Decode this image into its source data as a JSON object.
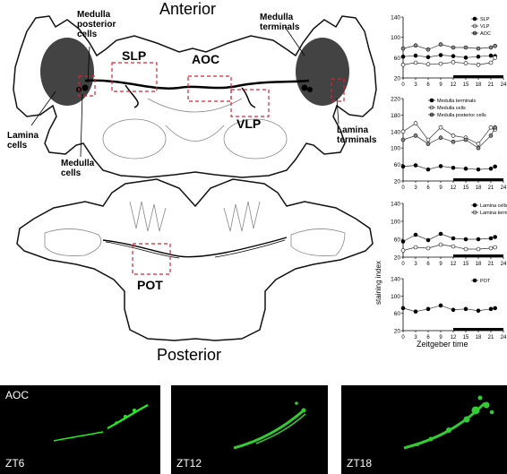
{
  "diagram": {
    "title_anterior": "Anterior",
    "title_posterior": "Posterior",
    "labels": {
      "medulla_posterior_cells": [
        "Medulla",
        "posterior",
        "cells"
      ],
      "slp": "SLP",
      "aoc": "AOC",
      "medulla_terminals": [
        "Medulla",
        "terminals"
      ],
      "vlp": "VLP",
      "lamina_cells": [
        "Lamina",
        "cells"
      ],
      "medulla_cells": [
        "Medulla",
        "cells"
      ],
      "lamina_terminals": [
        "Lamina",
        "terminals"
      ],
      "pot": "POT"
    }
  },
  "charts_common": {
    "xlabel": "Zeitgeber time",
    "ylabel": "staining index",
    "x_ticks": [
      0,
      3,
      6,
      9,
      12,
      15,
      18,
      21,
      24
    ]
  },
  "chart_data": [
    {
      "type": "line",
      "x": [
        0,
        3,
        6,
        9,
        12,
        15,
        18,
        21,
        22
      ],
      "ylim": [
        20,
        140
      ],
      "y_ticks": [
        20,
        60,
        100,
        140
      ],
      "series": [
        {
          "name": "SLP",
          "marker": "filled",
          "values": [
            62,
            64,
            61,
            65,
            63,
            60,
            62,
            64,
            63
          ]
        },
        {
          "name": "VLP",
          "marker": "open",
          "values": [
            46,
            50,
            47,
            48,
            51,
            49,
            46,
            50,
            60
          ]
        },
        {
          "name": "AOC",
          "marker": "gray",
          "values": [
            78,
            84,
            76,
            86,
            80,
            80,
            78,
            80,
            83
          ]
        }
      ]
    },
    {
      "type": "line",
      "x": [
        0,
        3,
        6,
        9,
        12,
        15,
        18,
        21,
        22
      ],
      "ylim": [
        20,
        220
      ],
      "y_ticks": [
        20,
        60,
        100,
        140,
        180,
        220
      ],
      "series": [
        {
          "name": "Medulla terminals",
          "marker": "filled",
          "values": [
            55,
            58,
            48,
            56,
            52,
            50,
            48,
            50,
            55
          ]
        },
        {
          "name": "Medulla cells",
          "marker": "open",
          "values": [
            140,
            160,
            120,
            150,
            130,
            125,
            110,
            150,
            145
          ]
        },
        {
          "name": "Medulla posterior cells",
          "marker": "gray",
          "values": [
            120,
            130,
            110,
            125,
            115,
            120,
            100,
            130,
            150
          ]
        }
      ]
    },
    {
      "type": "line",
      "x": [
        0,
        3,
        6,
        9,
        12,
        15,
        18,
        21,
        22
      ],
      "ylim": [
        20,
        140
      ],
      "y_ticks": [
        20,
        60,
        100,
        140
      ],
      "series": [
        {
          "name": "Lamina cells",
          "marker": "filled",
          "values": [
            55,
            70,
            58,
            72,
            62,
            60,
            60,
            62,
            65
          ]
        },
        {
          "name": "Lamina terminals",
          "marker": "open",
          "values": [
            35,
            42,
            40,
            48,
            44,
            38,
            38,
            40,
            42
          ]
        }
      ]
    },
    {
      "type": "line",
      "x": [
        0,
        3,
        6,
        9,
        12,
        15,
        18,
        21,
        22
      ],
      "ylim": [
        20,
        140
      ],
      "y_ticks": [
        20,
        60,
        100,
        140
      ],
      "series": [
        {
          "name": "POT",
          "marker": "filled",
          "values": [
            72,
            64,
            70,
            78,
            68,
            70,
            66,
            70,
            72
          ]
        }
      ]
    }
  ],
  "micrographs": {
    "region": "AOC",
    "panels": [
      "ZT6",
      "ZT12",
      "ZT18"
    ]
  }
}
